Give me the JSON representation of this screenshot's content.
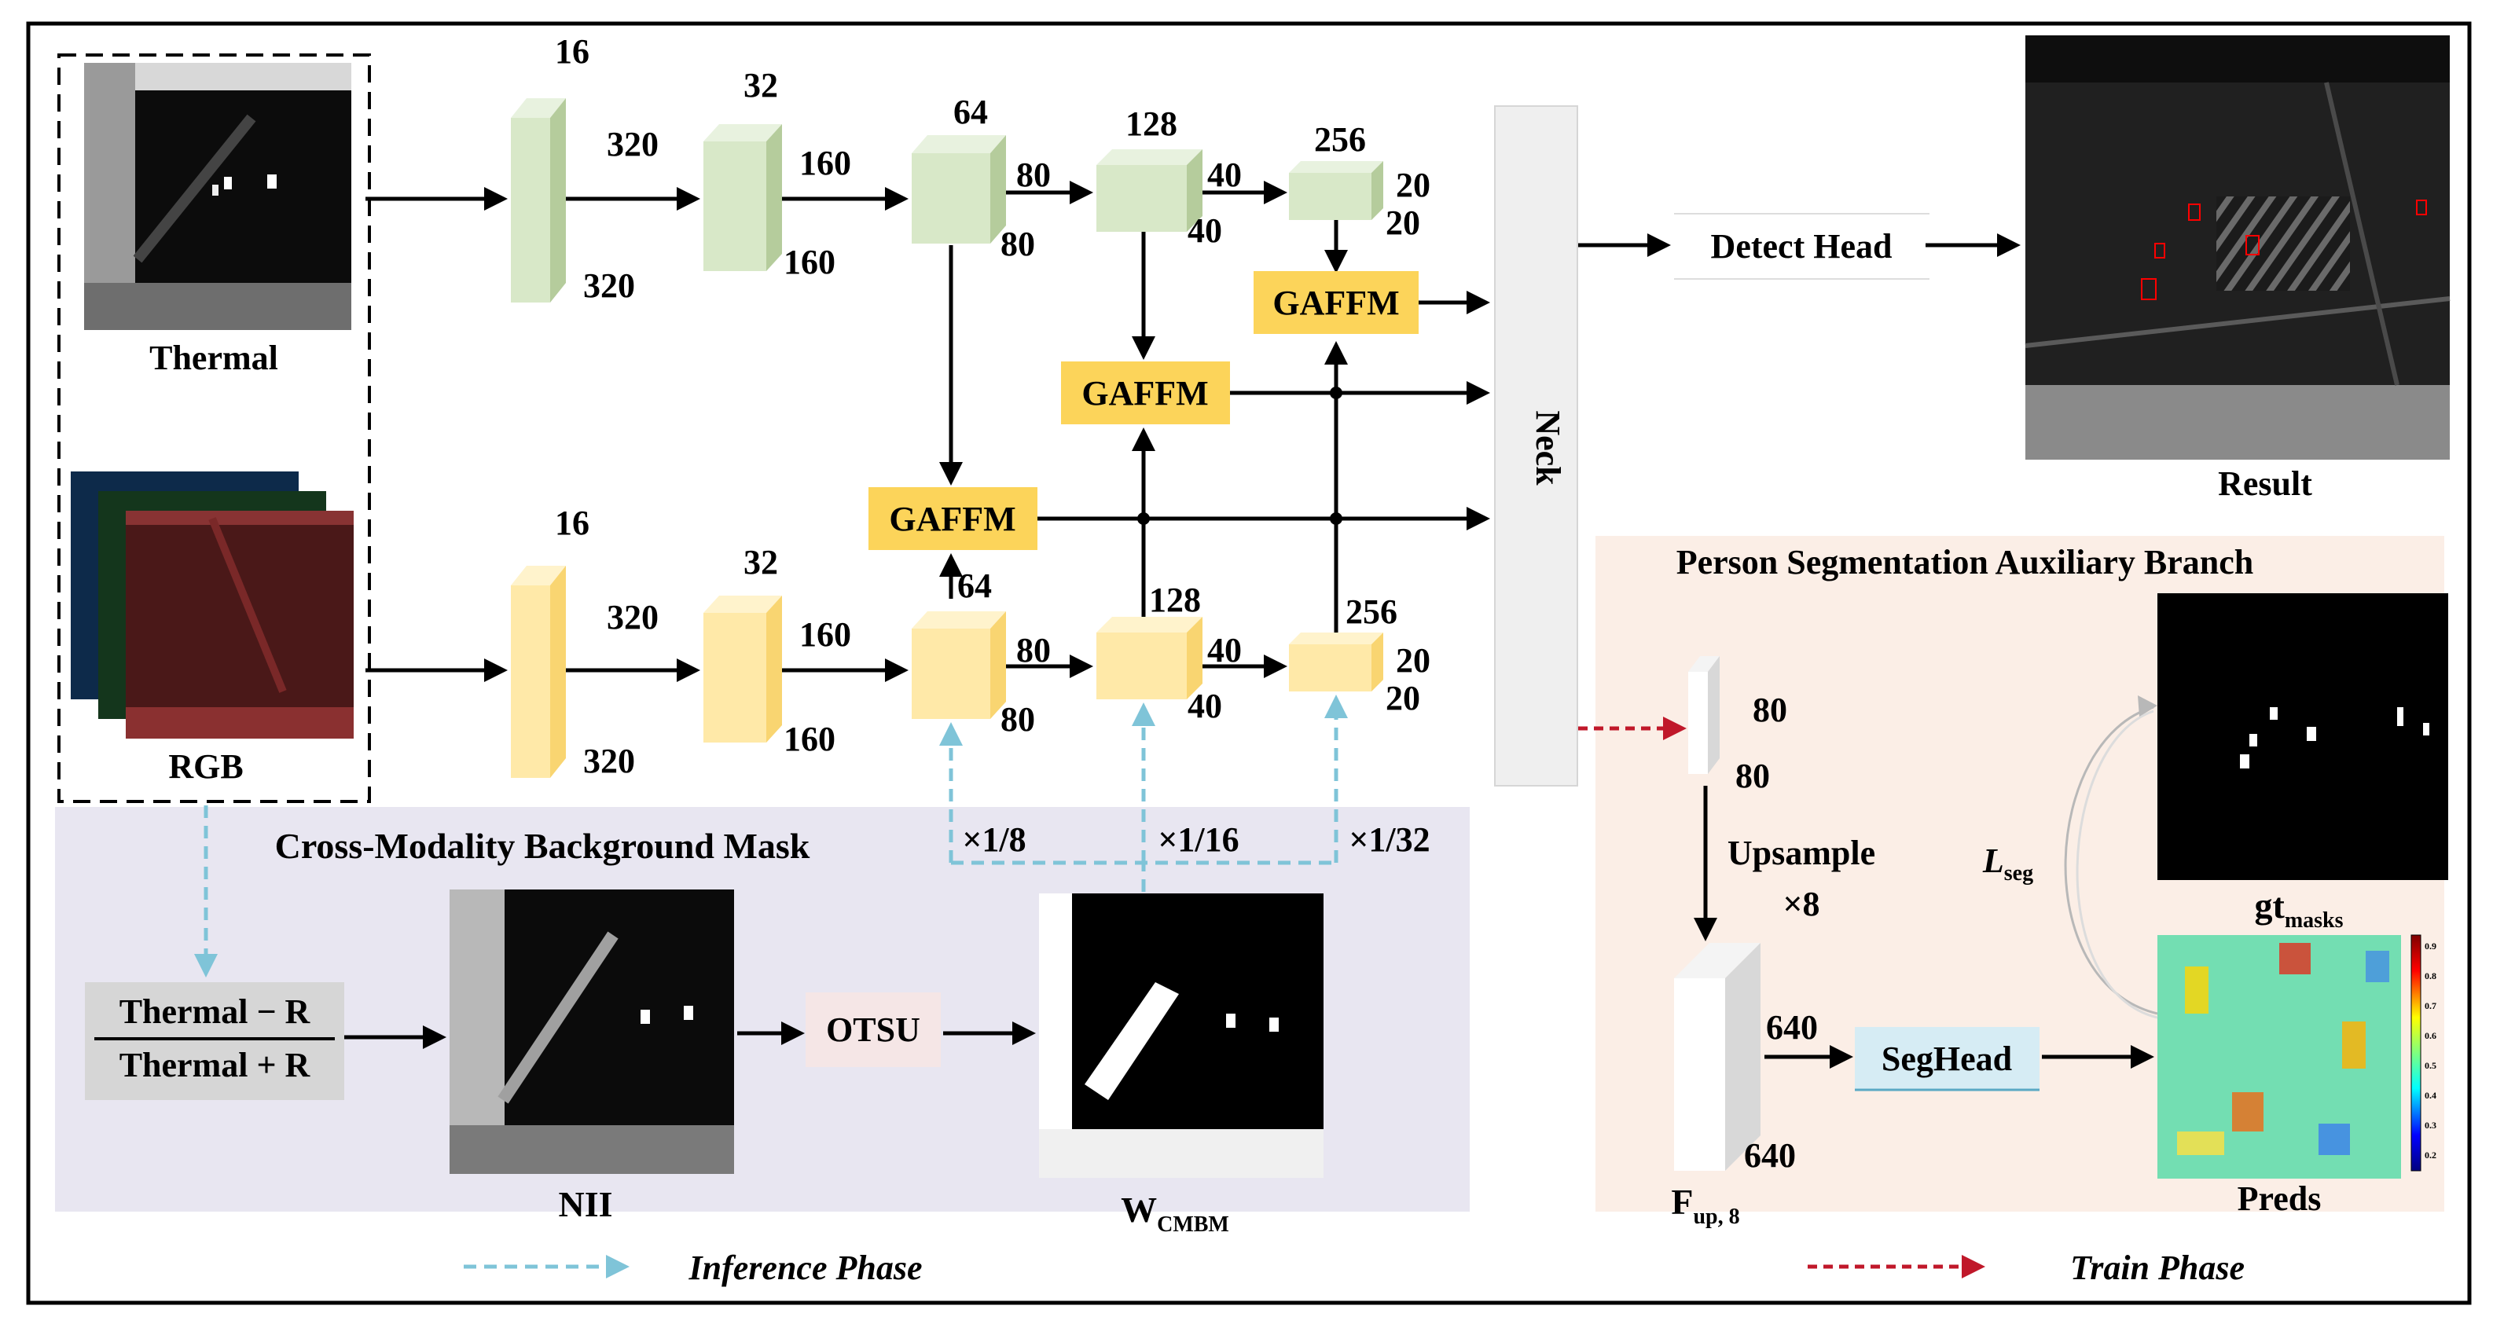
{
  "inputs": {
    "thermal_label": "Thermal",
    "rgb_label": "RGB"
  },
  "thermal_branch": {
    "stages": [
      {
        "channels": "16",
        "size_a": "320",
        "size_b": "320"
      },
      {
        "channels": "32",
        "size_a": "160",
        "size_b": "160"
      },
      {
        "channels": "64",
        "size_a": "80",
        "size_b": "80"
      },
      {
        "channels": "128",
        "size_a": "40",
        "size_b": "40"
      },
      {
        "channels": "256",
        "size_a": "20",
        "size_b": "20"
      }
    ]
  },
  "rgb_branch": {
    "stages": [
      {
        "channels": "16",
        "size_a": "320",
        "size_b": "320"
      },
      {
        "channels": "32",
        "size_a": "160",
        "size_b": "160"
      },
      {
        "channels": "64",
        "size_a": "80",
        "size_b": "80"
      },
      {
        "channels": "128",
        "size_a": "40",
        "size_b": "40"
      },
      {
        "channels": "256",
        "size_a": "20",
        "size_b": "20"
      }
    ]
  },
  "fusion": {
    "module_label": "GAFFM",
    "neck_label": "Neck",
    "detect_head_label": "Detect Head",
    "result_label": "Result"
  },
  "cmbm": {
    "title": "Cross-Modality Background Mask",
    "formula_numerator": "Thermal − R",
    "formula_denominator": "Thermal + R",
    "nii_label": "NII",
    "otsu_label": "OTSU",
    "weight_label": "W",
    "weight_subscript": "CMBM",
    "scale_labels": [
      "×1/8",
      "×1/16",
      "×1/32"
    ]
  },
  "seg_branch": {
    "title": "Person Segmentation Auxiliary Branch",
    "feature_size_a": "80",
    "feature_size_b": "80",
    "upsample_label": "Upsample",
    "upsample_factor": "×8",
    "up_size_a": "640",
    "up_size_b": "640",
    "fup_label": "F",
    "fup_subscript": "up, 8",
    "seghead_label": "SegHead",
    "loss_label": "L",
    "loss_subscript": "seg",
    "gt_label": "gt",
    "gt_subscript": "masks",
    "preds_label": "Preds",
    "colorbar_ticks": [
      "0.9",
      "0.8",
      "0.7",
      "0.6",
      "0.5",
      "0.4",
      "0.3",
      "0.2"
    ]
  },
  "legend": {
    "inference_label": "Inference Phase",
    "train_label": "Train Phase"
  },
  "colors": {
    "thermal_cube": "#d8e8c8",
    "rgb_cube": "#ffe9a8",
    "gaffm": "#fcd45a",
    "cmbm_bg": "#e8e6f1",
    "seg_bg": "#fbeee6",
    "inference_arrow": "#7fc4d8",
    "train_arrow": "#c0182a",
    "seghead": "#d6ecf4",
    "otsu": "#f5e6e6",
    "neck": "#efefef"
  }
}
